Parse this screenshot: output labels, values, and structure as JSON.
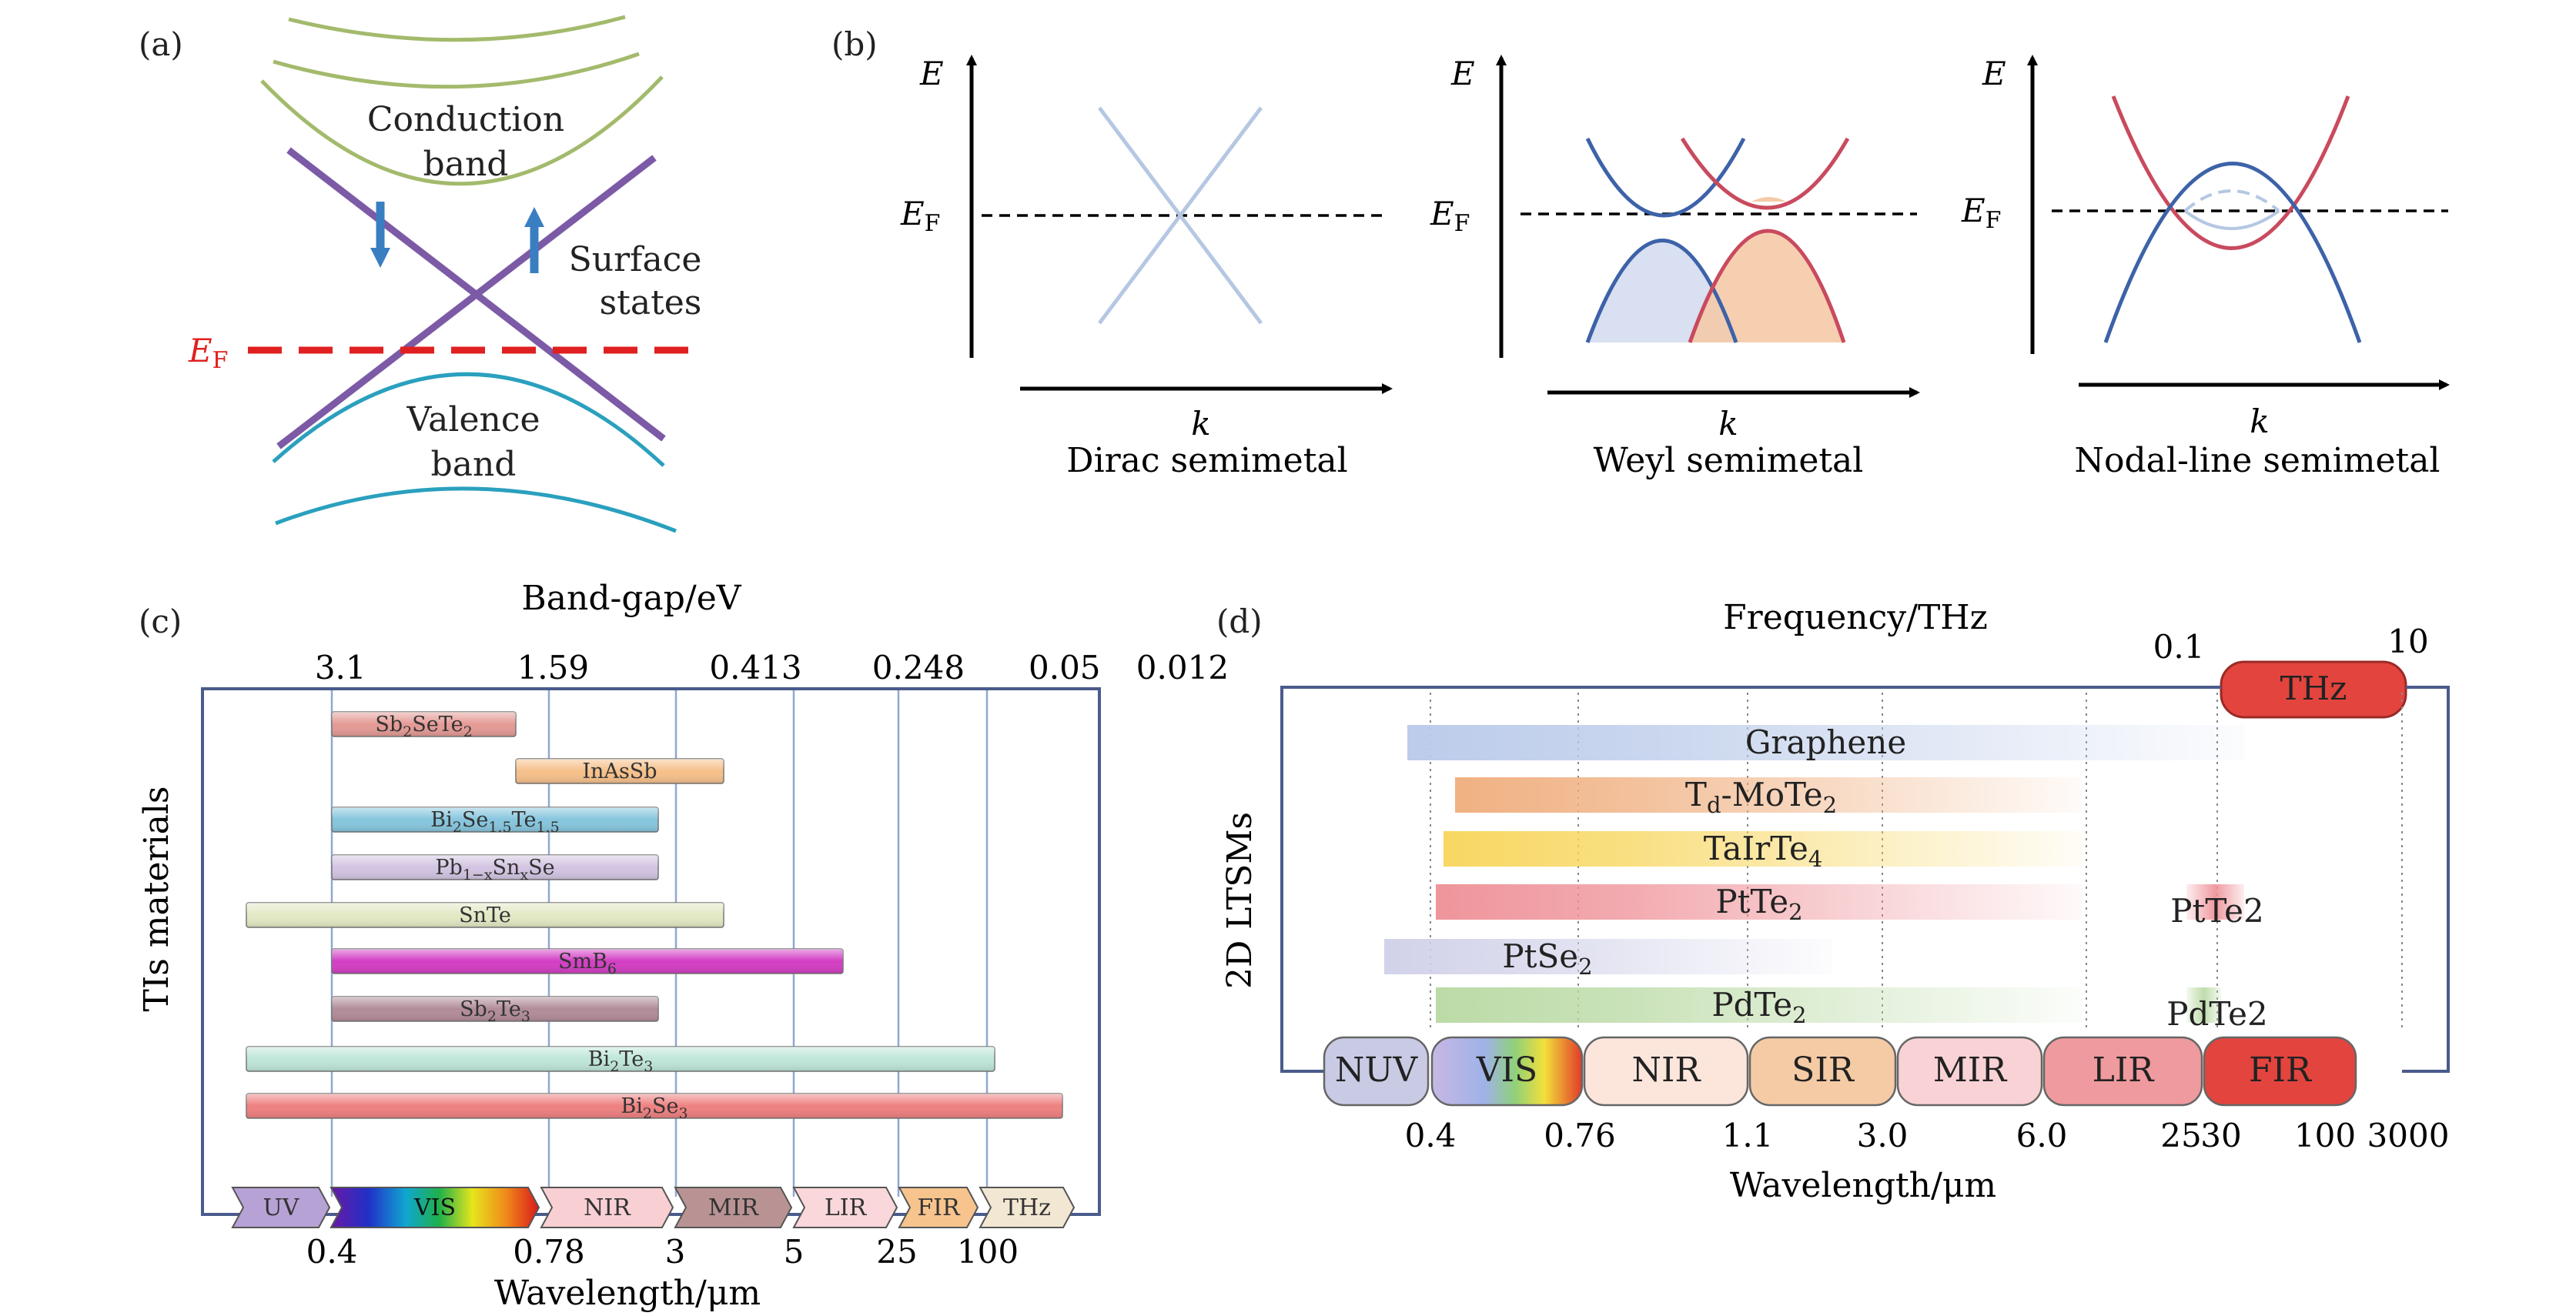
{
  "panel_a": {
    "label": "(a)",
    "conduction_line1": "Conduction",
    "conduction_line2": "band",
    "surface_line1": "Surface",
    "surface_line2": "states",
    "ef_main": "E",
    "ef_sub": "F",
    "valence_line1": "Valence",
    "valence_line2": "band",
    "colors": {
      "conduction": "#a3ba6c",
      "surface": "#7c5aa6",
      "valence": "#2aa0be",
      "fermi": "#e02020",
      "spin": "#3a7ec2"
    }
  },
  "panel_b": {
    "label": "(b)",
    "axis_e": "E",
    "axis_ef_main": "E",
    "axis_ef_sub": "F",
    "axis_k": "k",
    "titles": [
      "Dirac semimetal",
      "Weyl semimetal",
      "Nodal-line semimetal"
    ],
    "colors": {
      "dirac": "#b5c7e2",
      "blue": "#3d62a8",
      "red": "#c94a5e",
      "blue_fill": "#d8e0f1",
      "orange_fill": "#f5caa8"
    }
  },
  "panel_c": {
    "label": "(c)",
    "top_title": "Band-gap/eV",
    "top_ticks": [
      "3.1",
      "1.59",
      "0.413",
      "0.248",
      "0.05",
      "0.012"
    ],
    "y_title": "TIs materials",
    "materials": [
      {
        "name": "Sb2SeTe2",
        "base": "Sb",
        "s1": "2",
        "m1": "SeTe",
        "s2": "2",
        "m2": "",
        "s3": "",
        "range": [
          "0.4",
          "0.78"
        ],
        "color": "#e49a95"
      },
      {
        "name": "InAsSb",
        "base": "InAsSb",
        "s1": "",
        "m1": "",
        "s2": "",
        "m2": "",
        "s3": "",
        "range": [
          "0.78",
          "5"
        ],
        "color": "#f6c08a"
      },
      {
        "name": "Bi2Se1.5Te1.5",
        "base": "Bi",
        "s1": "2",
        "m1": "Se",
        "s2": "1.5",
        "m2": "Te",
        "s3": "1.5",
        "range": [
          "0.4",
          "3"
        ],
        "color": "#86c6de"
      },
      {
        "name": "Pb1-xSnxSe",
        "base": "Pb",
        "s1": "1−x",
        "m1": "Sn",
        "s2": "x",
        "m2": "Se",
        "s3": "",
        "range": [
          "0.4",
          "3"
        ],
        "color": "#d2c4e2"
      },
      {
        "name": "SnTe",
        "base": "SnTe",
        "s1": "",
        "m1": "",
        "s2": "",
        "m2": "",
        "s3": "",
        "range": [
          "UV",
          "5"
        ],
        "color": "#e3e8c4"
      },
      {
        "name": "SmB6",
        "base": "SmB",
        "s1": "6",
        "m1": "",
        "s2": "",
        "m2": "",
        "s3": "",
        "range": [
          "0.4",
          "25"
        ],
        "color": "#d33ec4"
      },
      {
        "name": "Sb2Te3",
        "base": "Sb",
        "s1": "2",
        "m1": "Te",
        "s2": "3",
        "m2": "",
        "s3": "",
        "range": [
          "0.4",
          "3"
        ],
        "color": "#b28c99"
      },
      {
        "name": "Bi2Te3",
        "base": "Bi",
        "s1": "2",
        "m1": "Te",
        "s2": "3",
        "m2": "",
        "s3": "",
        "range": [
          "UV",
          "100"
        ],
        "color": "#bfe6d8"
      },
      {
        "name": "Bi2Se3",
        "base": "Bi",
        "s1": "2",
        "m1": "Se",
        "s2": "3",
        "m2": "",
        "s3": "",
        "range": [
          "UV",
          "THz"
        ],
        "color": "#ee8080"
      }
    ],
    "spectrum": [
      {
        "label": "UV",
        "color": "#b7a2d6"
      },
      {
        "label": "VIS",
        "color": "rainbow"
      },
      {
        "label": "NIR",
        "color": "#f8d0d4"
      },
      {
        "label": "MIR",
        "color": "#b99394"
      },
      {
        "label": "LIR",
        "color": "#f9d7da"
      },
      {
        "label": "FIR",
        "color": "#f7c48e"
      },
      {
        "label": "THz",
        "color": "#f2e7d2"
      }
    ],
    "bottom_ticks": [
      "0.4",
      "0.78",
      "3",
      "5",
      "25",
      "100"
    ],
    "x_title": "Wavelength/μm"
  },
  "panel_d": {
    "label": "(d)",
    "top_title": "Frequency/THz",
    "freq_ticks": [
      "0.1",
      "10"
    ],
    "thz_label": "THz",
    "y_title": "2D LTSMs",
    "materials": [
      {
        "name": "Graphene",
        "base": "Graphene",
        "pre": "",
        "sub1": "",
        "mid": "",
        "sub2": "",
        "extra": "",
        "color": "#b8c9e9"
      },
      {
        "name": "Td-MoTe2",
        "base": "",
        "pre": "T",
        "sub1": "d",
        "mid": "-MoTe",
        "sub2": "2",
        "extra": "",
        "color": "#efad7c"
      },
      {
        "name": "TaIrTe4",
        "base": "",
        "pre": "TaIrTe",
        "sub1": "4",
        "mid": "",
        "sub2": "",
        "extra": "",
        "color": "#f7d55a"
      },
      {
        "name": "PtTe2",
        "base": "",
        "pre": "PtTe",
        "sub1": "2",
        "mid": "",
        "sub2": "",
        "extra": "PtTe2",
        "color": "#ee8f96"
      },
      {
        "name": "PtSe2",
        "base": "",
        "pre": "PtSe",
        "sub1": "2",
        "mid": "",
        "sub2": "",
        "extra": "",
        "color": "#cfd0e8"
      },
      {
        "name": "PdTe2",
        "base": "",
        "pre": "PdTe",
        "sub1": "2",
        "mid": "",
        "sub2": "",
        "extra": "PdTe2",
        "color": "#b8d9a2"
      }
    ],
    "spectrum": [
      {
        "label": "NUV",
        "color": "#c9cbe5"
      },
      {
        "label": "VIS",
        "color": "rainbow"
      },
      {
        "label": "NIR",
        "color": "#fce6dc"
      },
      {
        "label": "SIR",
        "color": "#f5cba5"
      },
      {
        "label": "MIR",
        "color": "#f9d2d5"
      },
      {
        "label": "LIR",
        "color": "#ef9a9e"
      },
      {
        "label": "FIR",
        "color": "#e3443e"
      }
    ],
    "wave_ticks": [
      "0.4",
      "0.76",
      "1.1",
      "3.0",
      "6.0",
      "25",
      "30",
      "100",
      "3000"
    ],
    "x_title": "Wavelength/μm"
  }
}
